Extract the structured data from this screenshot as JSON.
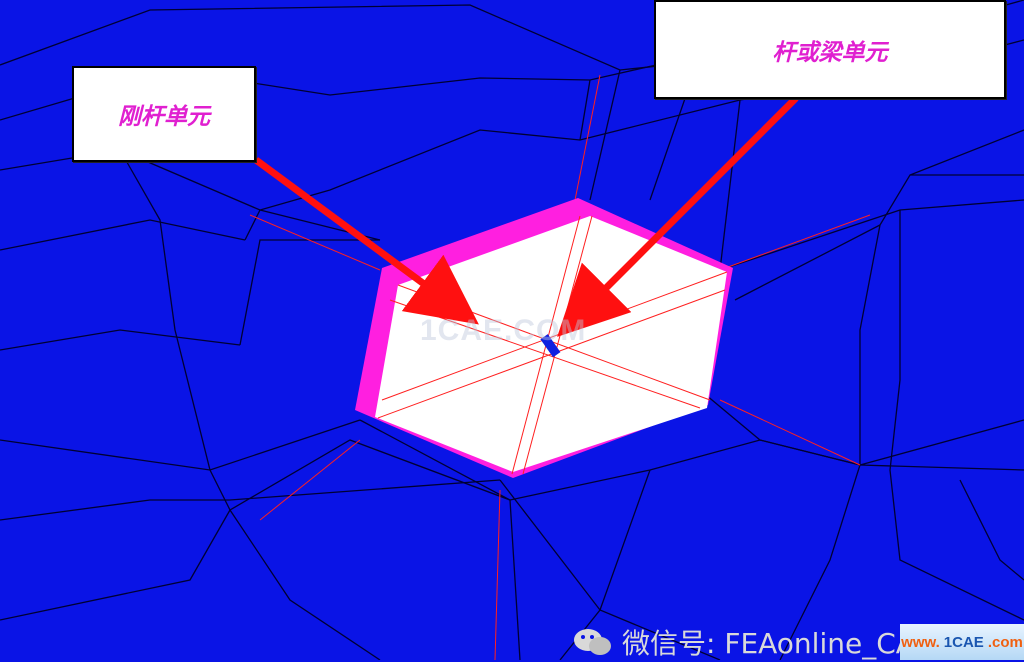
{
  "labels": {
    "rigid_element": "刚杆单元",
    "beam_element": "杆或梁单元"
  },
  "watermark": {
    "center_text": "1CAE.COM",
    "bottom_text": "微信号: FEAonline_CAE",
    "corner_logo_main": "www.",
    "corner_logo_brand": "1CAE",
    "corner_logo_suffix": ".com"
  },
  "colors": {
    "background": "#0a14e6",
    "mesh_lines": "#000033",
    "hole_fill": "#ffffff",
    "hole_border": "#ff1fe0",
    "red_lines": "#ff2020",
    "arrows": "#ff1010",
    "label_text": "#e020d0"
  },
  "icons": [
    "wechat-icon",
    "arrow-icon"
  ]
}
